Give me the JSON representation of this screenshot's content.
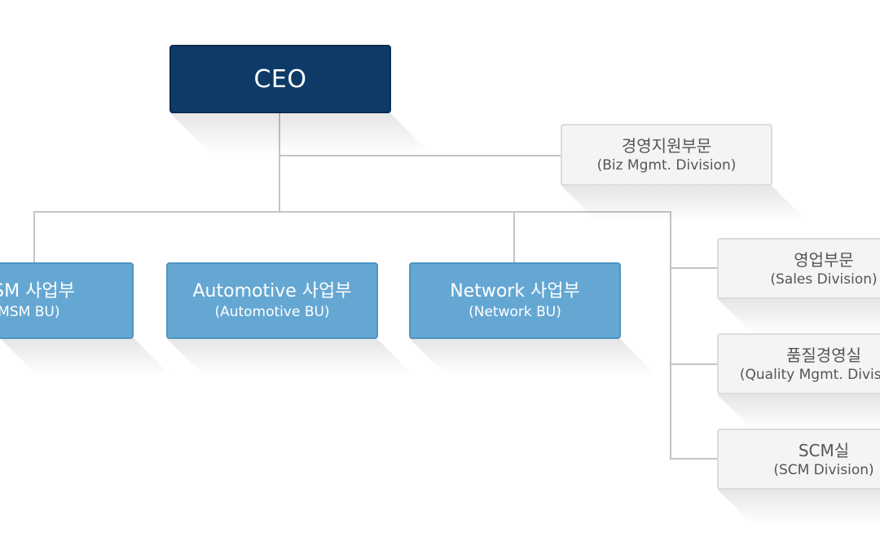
{
  "ceo": {
    "title": "CEO"
  },
  "staff": {
    "title": "경영지원부문",
    "subtitle": "(Biz Mgmt. Division)"
  },
  "business_units": [
    {
      "title": "MSM 사업부",
      "subtitle": "(MSM BU)"
    },
    {
      "title": "Automotive 사업부",
      "subtitle": "(Automotive BU)"
    },
    {
      "title": "Network 사업부",
      "subtitle": "(Network BU)"
    }
  ],
  "divisions": [
    {
      "title": "영업부문",
      "subtitle": "(Sales Division)"
    },
    {
      "title": "품질경영실",
      "subtitle": "(Quality Mgmt. Division)"
    },
    {
      "title": "SCM실",
      "subtitle": "(SCM Division)"
    }
  ],
  "colors": {
    "ceo": "#0e3a68",
    "business_unit": "#65a7d3",
    "division": "#f4f4f4",
    "connector": "#c4c4c4"
  }
}
